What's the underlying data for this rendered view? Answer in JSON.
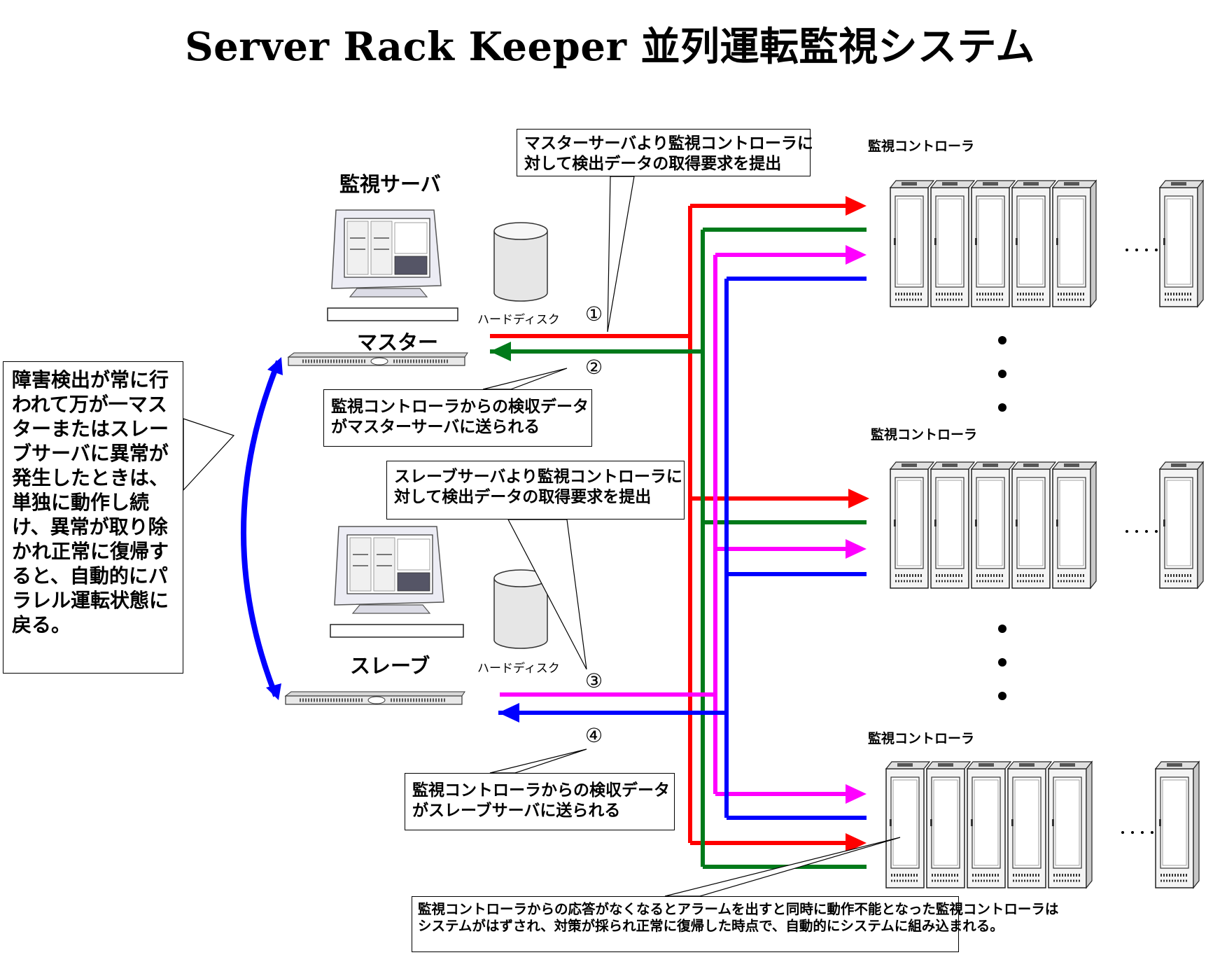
{
  "title": "Server Rack Keeper 並列運転監視システム",
  "servers": {
    "monitor_label": "監視サーバ",
    "master_label": "マスター",
    "slave_label": "スレーブ",
    "disk_label": "ハードディスク"
  },
  "controllers": {
    "label": "監視コントローラ"
  },
  "steps": [
    "①",
    "②",
    "③",
    "④"
  ],
  "notes": {
    "left": "障害検出が常に行われて万が一マスターまたはスレーブサーバに異常が発生したときは、単独に動作し続け、異常が取り除かれ正常に復帰すると、自動的にパラレル運転状態に戻る。",
    "step1_line1": "マスターサーバより監視コントローラに",
    "step1_line2": "対して検出データの取得要求を提出",
    "step2_line1": "監視コントローラからの検収データ",
    "step2_line2": "がマスターサーバに送られる",
    "step3_line1": "スレーブサーバより監視コントローラに",
    "step3_line2": "対して検出データの取得要求を提出",
    "step4_line1": "監視コントローラからの検収データ",
    "step4_line2": "がスレーブサーバに送られる",
    "bottom_line1": "監視コントローラからの応答がなくなるとアラームを出すと同時に動作不能となった監視コントローラは",
    "bottom_line2": "システムがはずされ、対策が採られ正常に復帰した時点で、自動的にシステムに組み込まれる。"
  },
  "colors": {
    "red": "#ff0000",
    "green": "#007a1a",
    "magenta": "#ff00ff",
    "blue": "#0000ff",
    "sync_arrow": "#0000ff"
  }
}
